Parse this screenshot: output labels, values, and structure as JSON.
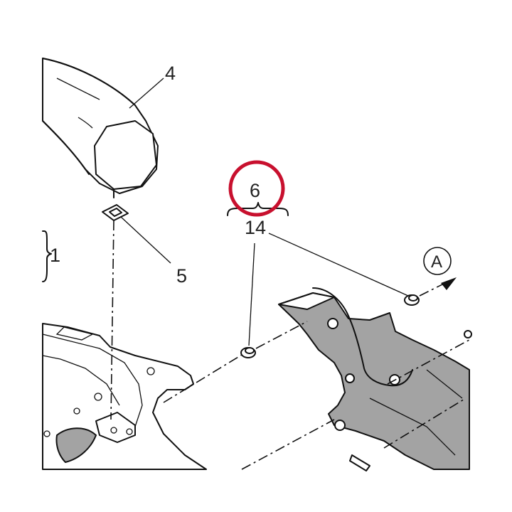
{
  "labels": {
    "part_4": "4",
    "part_5": "5",
    "part_6": "6",
    "part_14": "14",
    "part_1": "1",
    "view_ref": "A"
  },
  "highlight_color": "#c8102e",
  "part_fill_grey": "#a3a3a3",
  "ink_color": "#111111"
}
